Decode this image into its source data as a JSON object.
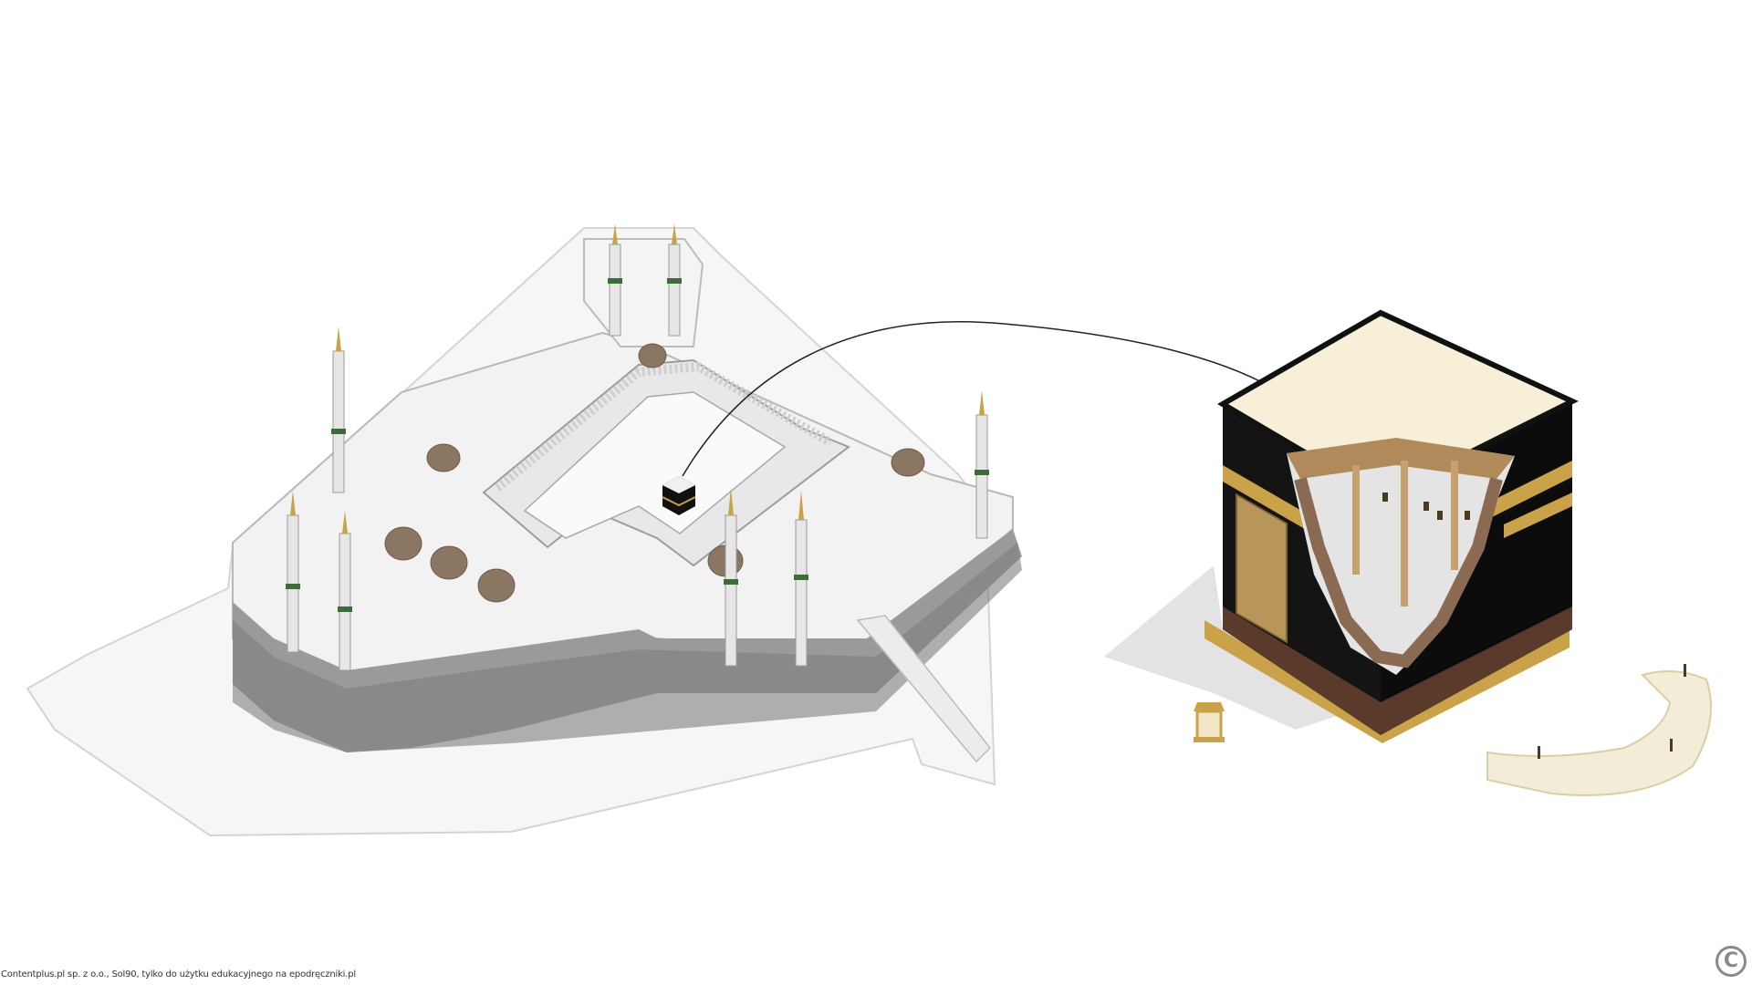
{
  "scene": {
    "subject": "Masjid al-Haram mosque with Kaaba cutaway illustration",
    "elements": {
      "mosque": "isometric mosque complex with minarets and domes",
      "kaaba_small": "Kaaba in mosque courtyard",
      "kaaba_cutaway": "enlarged Kaaba with cutaway interior showing wooden pillars, roof beams and hanging lamps",
      "lantern": "golden lantern (Maqam Ibrahim)",
      "arc_wall": "semicircular wall (Hijr Ismail)"
    },
    "colors": {
      "background": "#ffffff",
      "kaaba_black": "#111111",
      "kiswa_gold": "#c9a24a",
      "roof_cream": "#f7efd8",
      "wood": "#b08a5a",
      "stone": "#8a6a52",
      "mosque_white": "#f2f2f2",
      "mosque_gray": "#8c8c8c",
      "minaret_green": "#3d6b3a",
      "dome_brown": "#8b7563",
      "arc_wall": "#f3ecd6"
    }
  },
  "footer": {
    "credit": "Contentplus.pl sp. z o.o., Sol90, tylko do użytku edukacyjnego na epodręczniki.pl",
    "copyright_symbol": "C"
  }
}
